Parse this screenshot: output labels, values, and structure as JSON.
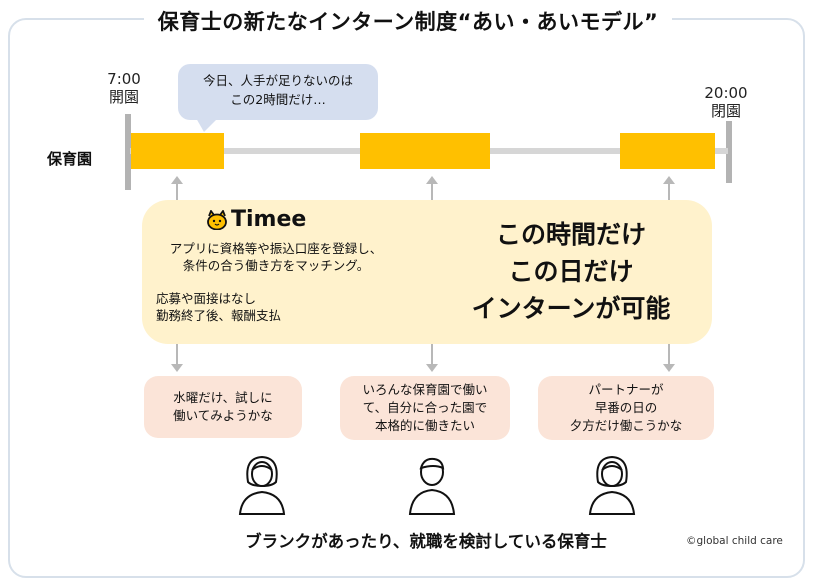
{
  "title": "保育士の新たなインターン制度“あい・あいモデル”",
  "open_time": "7:00",
  "open_label": "開園",
  "close_time": "20:00",
  "close_label": "閉園",
  "bubble": {
    "line1": "今日、人手が足りないのは",
    "line2": "この2時間だけ…"
  },
  "facility_label": "保育園",
  "timee": {
    "logo_text": "Timee",
    "desc1_line1": "アプリに資格等や振込口座を登録し、",
    "desc1_line2": "条件の合う働き方をマッチング。",
    "desc2_line1": "応募や面接はなし",
    "desc2_line2": "勤務終了後、報酬支払",
    "big_line1": "この時間だけ",
    "big_line2": "この日だけ",
    "big_line3": "インターンが可能",
    "accent_color": "#ffc000"
  },
  "speeches": [
    {
      "line1": "水曜だけ、試しに",
      "line2": "働いてみようかな",
      "line3": ""
    },
    {
      "line1": "いろんな保育園で働い",
      "line2": "て、自分に合った園で",
      "line3": "本格的に働きたい"
    },
    {
      "line1": "パートナーが",
      "line2": "早番の日の",
      "line3": "夕方だけ働こうかな"
    }
  ],
  "people_icons": [
    "woman-icon",
    "man-icon",
    "woman-icon"
  ],
  "bottom_caption": "ブランクがあったり、就職を検討している保育士",
  "copyright": "©global child care"
}
